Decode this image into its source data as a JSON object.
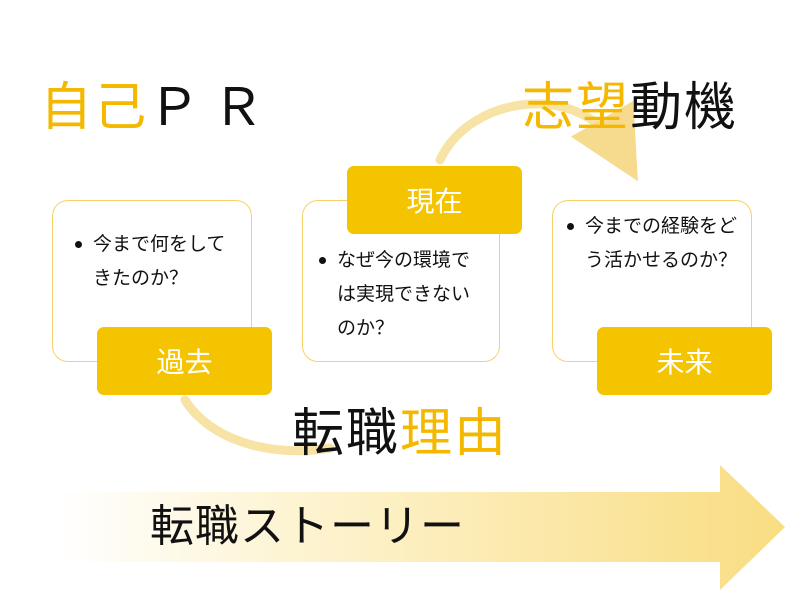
{
  "headings": {
    "self_pr": {
      "part1": "自己",
      "part2": "ＰＲ"
    },
    "motivation": {
      "part1": "志望",
      "part2": "動機"
    },
    "reason": {
      "part1": "転職",
      "part2": "理由"
    }
  },
  "stages": [
    {
      "label": "過去",
      "text": "今まで何をしてきたのか？"
    },
    {
      "label": "現在",
      "text": "なぜ今の環境では実現できないのか？"
    },
    {
      "label": "未来",
      "text": "今までの経験をどう活かせるのか？"
    }
  ],
  "arrow": {
    "label": "転職ストーリー"
  },
  "colors": {
    "accent": "#f5c400",
    "accent_text": "#f5b800",
    "border": "#f6d36a",
    "curve": "#f8e3a6"
  }
}
